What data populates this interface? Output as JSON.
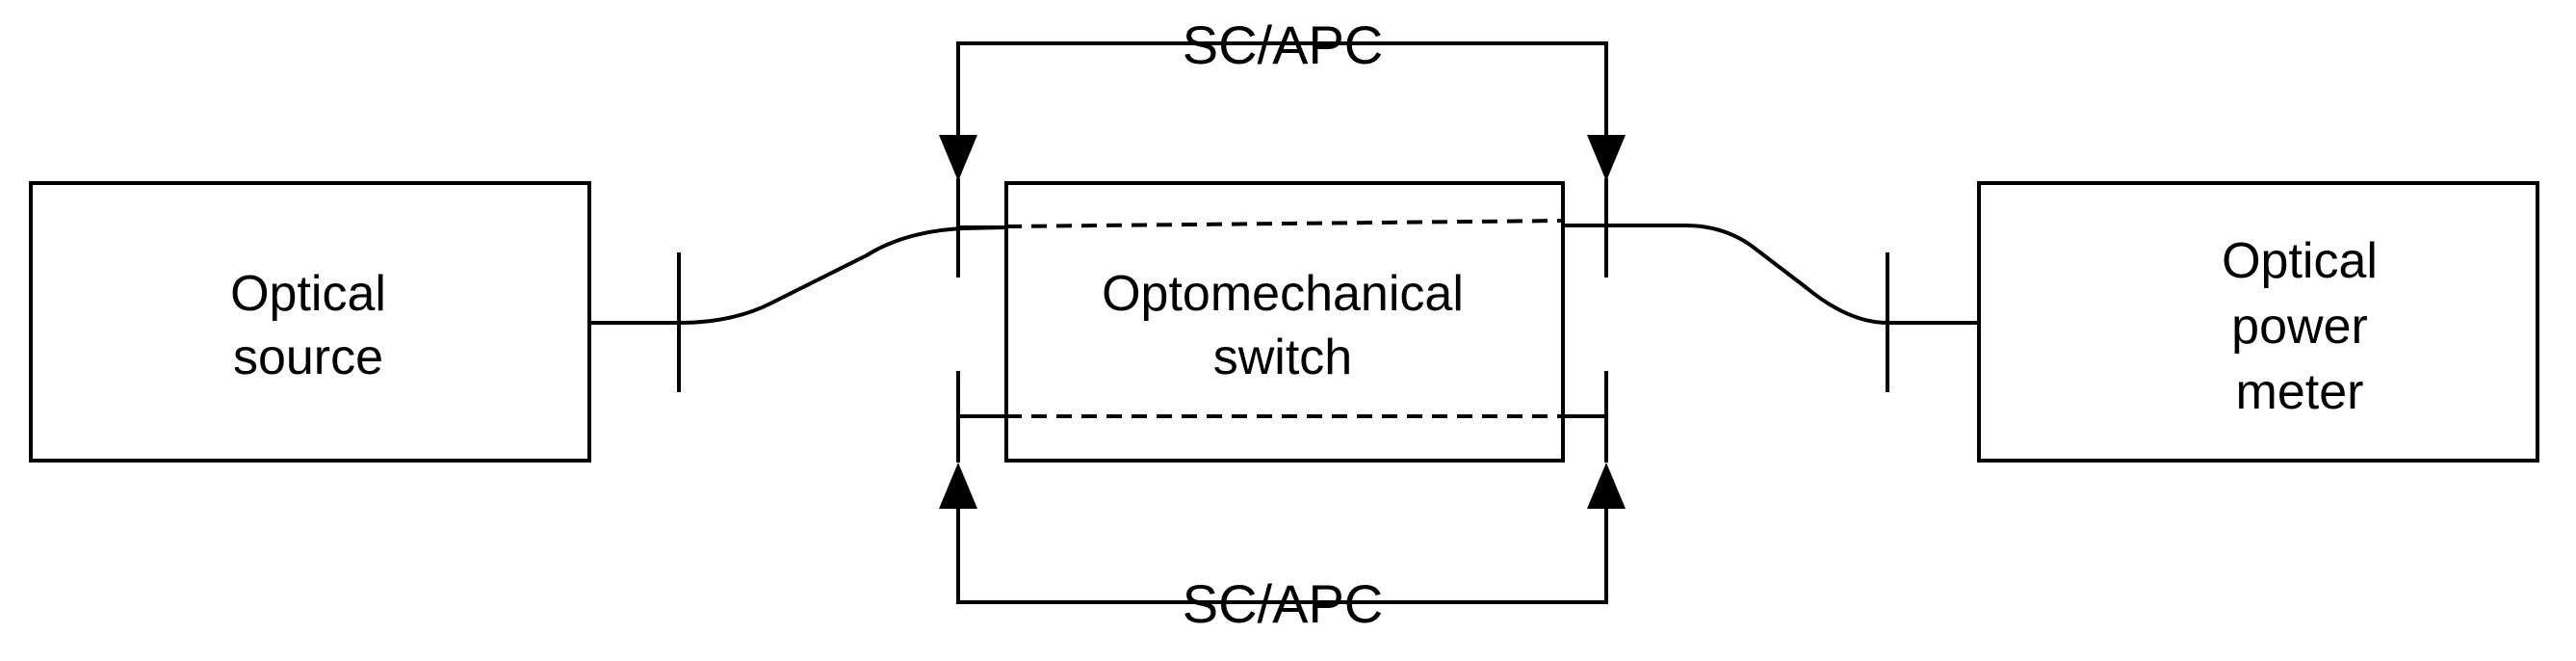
{
  "nodes": {
    "source": {
      "lines": [
        "Optical",
        "source"
      ]
    },
    "switch": {
      "lines": [
        "Optomechanical",
        "switch"
      ]
    },
    "meter": {
      "lines": [
        "Optical",
        "power",
        "meter"
      ]
    }
  },
  "connectors": {
    "top": {
      "label": "SC/APC"
    },
    "bottom": {
      "label": "SC/APC"
    }
  },
  "colors": {
    "stroke": "#000000",
    "background": "#ffffff"
  }
}
